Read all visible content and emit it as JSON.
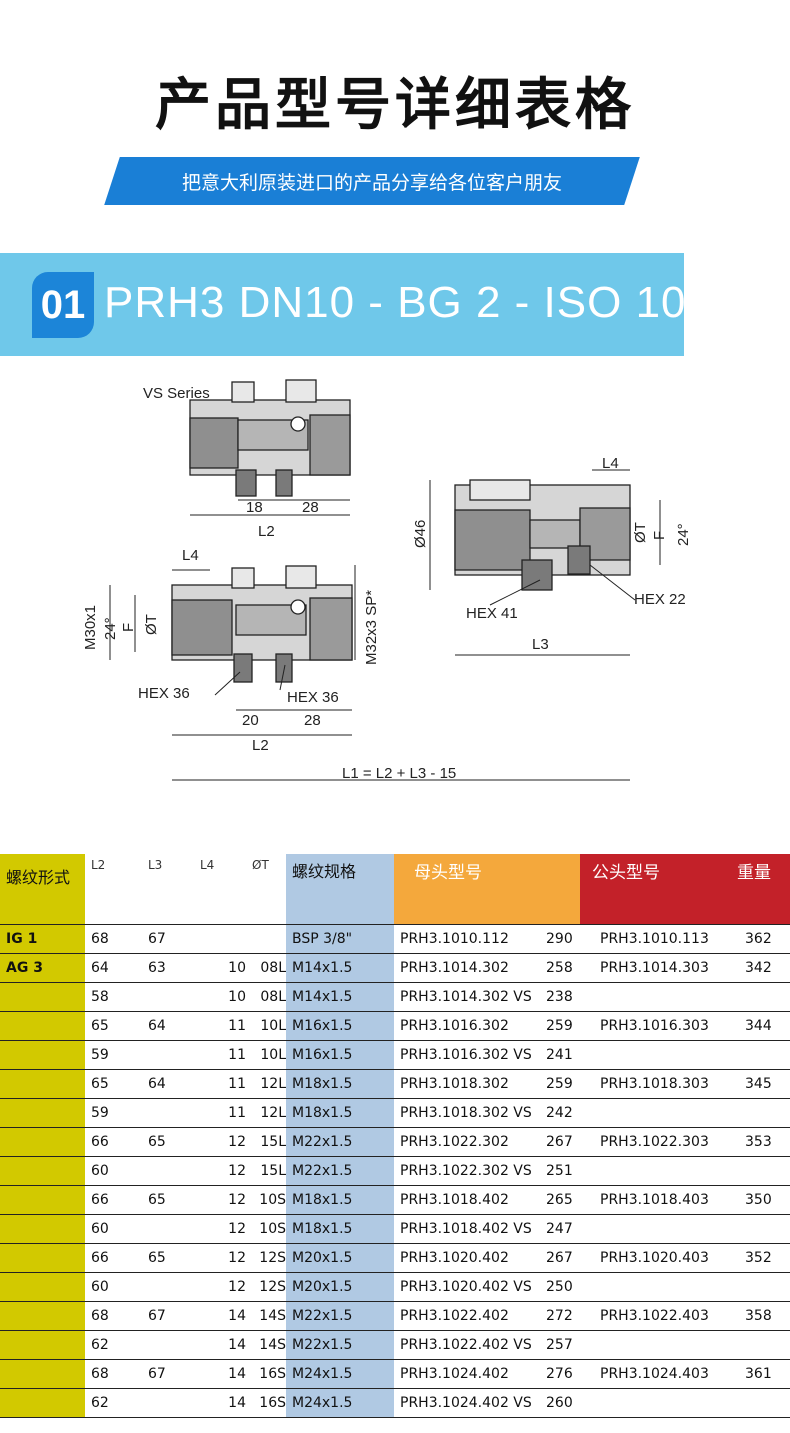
{
  "header": {
    "title": "产品型号详细表格",
    "subtitle": "把意大利原装进口的产品分享给各位客户朋友"
  },
  "section": {
    "number": "01",
    "title": "PRH3 DN10 - BG 2 - ISO 10"
  },
  "drawing": {
    "vs_label": "VS Series",
    "dim_18": "18",
    "dim_28a": "28",
    "dim_L2a": "L2",
    "dim_L4a": "L4",
    "dim_M30": "M30x1",
    "dim_24a": "24°",
    "dim_F": "F",
    "dim_OT": "ØT",
    "dim_M32": "M32x3 SP*",
    "hex36a": "HEX 36",
    "hex36b": "HEX 36",
    "dim_20": "20",
    "dim_28b": "28",
    "dim_L2b": "L2",
    "dim_L1": "L1 = L2 + L3 - 15",
    "dim_L4b": "L4",
    "dim_46": "Ø46",
    "dim_OT2": "ØT",
    "dim_F2": "F",
    "dim_24b": "24°",
    "hex41": "HEX 41",
    "hex22": "HEX 22",
    "dim_L3": "L3"
  },
  "table": {
    "headers": {
      "thread_type": "螺纹形式",
      "l2": "L2",
      "l3": "L3",
      "l4": "L4",
      "ot": "ØT",
      "thread_spec": "螺纹规格",
      "female": "母头型号",
      "male": "公头型号",
      "weight": "重量"
    },
    "type_ig": "IG 1",
    "type_ag": "AG 3",
    "rows": [
      {
        "l2": "68",
        "l3": "67",
        "l4": "",
        "ot": "",
        "spec": "BSP 3/8\"",
        "female": "PRH3.1010.112",
        "fw": "290",
        "male": "PRH3.1010.113",
        "mw": "362"
      },
      {
        "l2": "64",
        "l3": "63",
        "l4": "10",
        "ot": "08L",
        "spec": "M14x1.5",
        "female": "PRH3.1014.302",
        "fw": "258",
        "male": "PRH3.1014.303",
        "mw": "342"
      },
      {
        "l2": "58",
        "l3": "",
        "l4": "10",
        "ot": "08L",
        "spec": "M14x1.5",
        "female": "PRH3.1014.302 VS",
        "fw": "238",
        "male": "",
        "mw": ""
      },
      {
        "l2": "65",
        "l3": "64",
        "l4": "11",
        "ot": "10L",
        "spec": "M16x1.5",
        "female": "PRH3.1016.302",
        "fw": "259",
        "male": "PRH3.1016.303",
        "mw": "344"
      },
      {
        "l2": "59",
        "l3": "",
        "l4": "11",
        "ot": "10L",
        "spec": "M16x1.5",
        "female": "PRH3.1016.302 VS",
        "fw": "241",
        "male": "",
        "mw": ""
      },
      {
        "l2": "65",
        "l3": "64",
        "l4": "11",
        "ot": "12L",
        "spec": "M18x1.5",
        "female": "PRH3.1018.302",
        "fw": "259",
        "male": "PRH3.1018.303",
        "mw": "345"
      },
      {
        "l2": "59",
        "l3": "",
        "l4": "11",
        "ot": "12L",
        "spec": "M18x1.5",
        "female": "PRH3.1018.302 VS",
        "fw": "242",
        "male": "",
        "mw": ""
      },
      {
        "l2": "66",
        "l3": "65",
        "l4": "12",
        "ot": "15L",
        "spec": "M22x1.5",
        "female": "PRH3.1022.302",
        "fw": "267",
        "male": "PRH3.1022.303",
        "mw": "353"
      },
      {
        "l2": "60",
        "l3": "",
        "l4": "12",
        "ot": "15L",
        "spec": "M22x1.5",
        "female": "PRH3.1022.302 VS",
        "fw": "251",
        "male": "",
        "mw": ""
      },
      {
        "l2": "66",
        "l3": "65",
        "l4": "12",
        "ot": "10S",
        "spec": "M18x1.5",
        "female": "PRH3.1018.402",
        "fw": "265",
        "male": "PRH3.1018.403",
        "mw": "350"
      },
      {
        "l2": "60",
        "l3": "",
        "l4": "12",
        "ot": "10S",
        "spec": "M18x1.5",
        "female": "PRH3.1018.402 VS",
        "fw": "247",
        "male": "",
        "mw": ""
      },
      {
        "l2": "66",
        "l3": "65",
        "l4": "12",
        "ot": "12S",
        "spec": "M20x1.5",
        "female": "PRH3.1020.402",
        "fw": "267",
        "male": "PRH3.1020.403",
        "mw": "352"
      },
      {
        "l2": "60",
        "l3": "",
        "l4": "12",
        "ot": "12S",
        "spec": "M20x1.5",
        "female": "PRH3.1020.402 VS",
        "fw": "250",
        "male": "",
        "mw": ""
      },
      {
        "l2": "68",
        "l3": "67",
        "l4": "14",
        "ot": "14S",
        "spec": "M22x1.5",
        "female": "PRH3.1022.402",
        "fw": "272",
        "male": "PRH3.1022.403",
        "mw": "358"
      },
      {
        "l2": "62",
        "l3": "",
        "l4": "14",
        "ot": "14S",
        "spec": "M22x1.5",
        "female": "PRH3.1022.402 VS",
        "fw": "257",
        "male": "",
        "mw": ""
      },
      {
        "l2": "68",
        "l3": "67",
        "l4": "14",
        "ot": "16S",
        "spec": "M24x1.5",
        "female": "PRH3.1024.402",
        "fw": "276",
        "male": "PRH3.1024.403",
        "mw": "361"
      },
      {
        "l2": "62",
        "l3": "",
        "l4": "14",
        "ot": "16S",
        "spec": "M24x1.5",
        "female": "PRH3.1024.402 VS",
        "fw": "260",
        "male": "",
        "mw": ""
      }
    ]
  }
}
